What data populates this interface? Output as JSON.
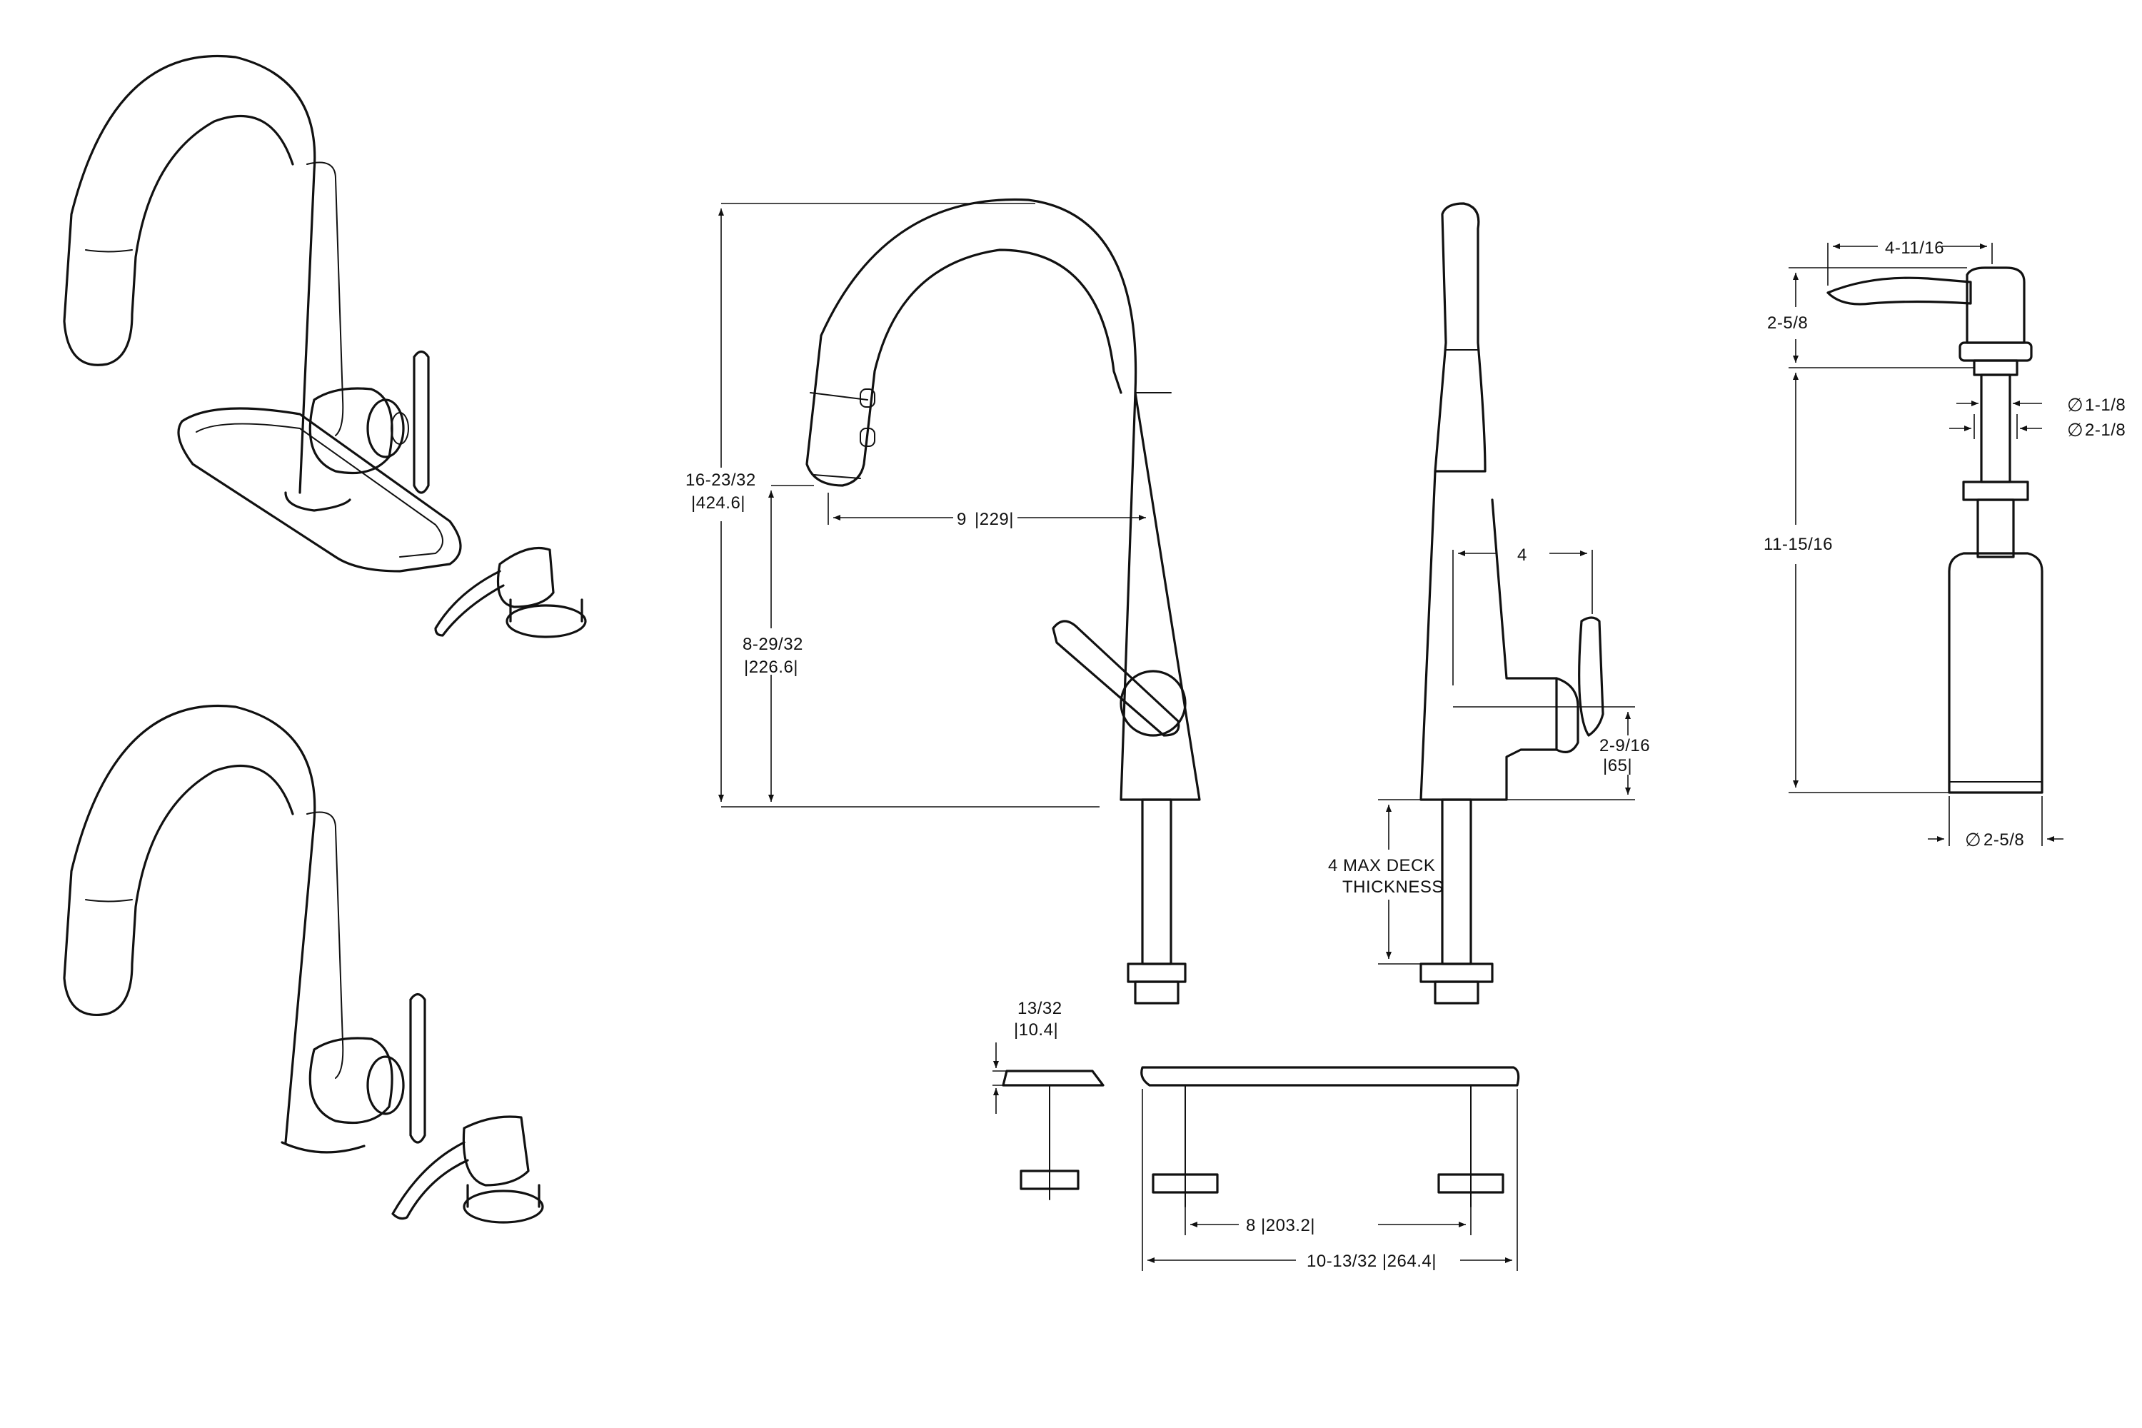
{
  "dimensions": {
    "overall_height": "16-23/32",
    "overall_height_mm": "|424.6|",
    "spout_reach": "9",
    "spout_reach_mm": "|229|",
    "spout_clearance": "8-29/32",
    "spout_clearance_mm": "|226.6|",
    "handle_offset": "4",
    "handle_height": "2-9/16",
    "handle_height_mm": "|65|",
    "deck_thickness_line1": "4  MAX  DECK",
    "deck_thickness_line2": "THICKNESS",
    "escutcheon_thickness": "13/32",
    "escutcheon_thickness_mm": "|10.4|",
    "hole_spacing": "8  |203.2|",
    "escutcheon_length": "10-13/32  |264.4|",
    "dispenser_reach": "4-11/16",
    "dispenser_head_height": "2-5/8",
    "dispenser_shank_length": "11-15/16",
    "dispenser_bottle_dia": "2-5/8",
    "dispenser_shank_dia_small": "1-1/8",
    "dispenser_shank_dia_large": "2-1/8",
    "diameter_symbol": "∅"
  }
}
